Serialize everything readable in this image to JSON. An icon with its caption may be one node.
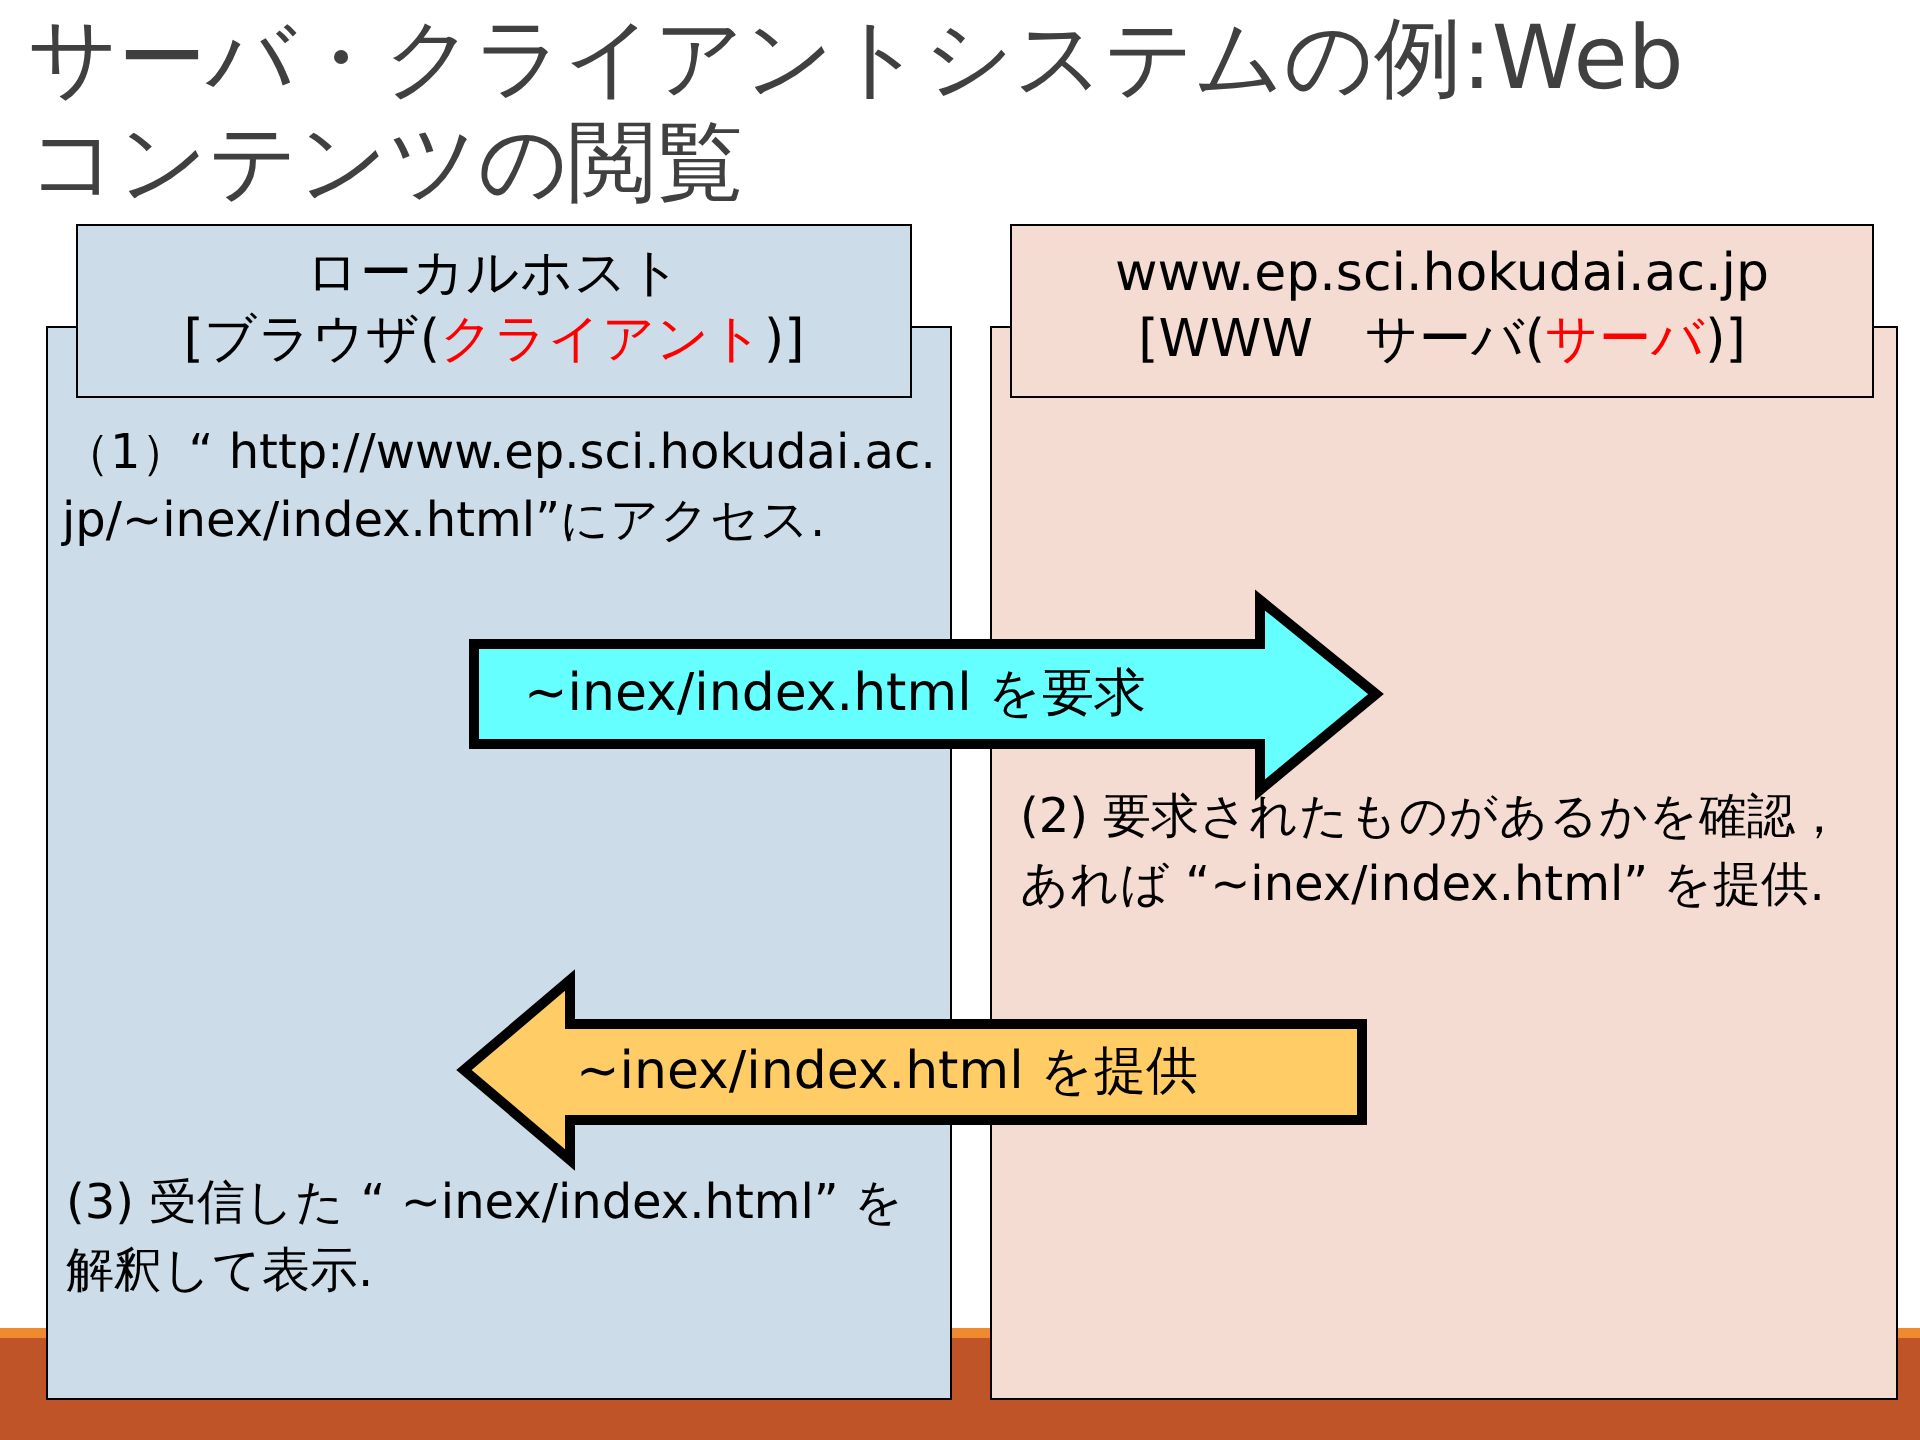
{
  "diagram": {
    "title": "サーバ・クライアントシステムの例:Web コンテンツの閲覧",
    "nodes": [
      {
        "text": [
          "（1）“ http://www.ep.sci.hokudai.ac.jp/~inex/index.html”にアクセス.",
          "(3) 受信した “ ~inex/index.html” を解釈して表示."
        ]
      },
      {
        "text": [
          "ローカルホスト",
          "[ブラウザ(**クライアント**)]"
        ]
      },
      {
        "text": [
          "(2) 要求されたものがあるかを確認，あれば “~inex/index.html” を提供."
        ]
      },
      {
        "text": [
          "www.ep.sci.hokudai.ac.jp",
          "[WWW　サーバ(**サーバ**)]"
        ]
      }
    ],
    "edges": [
      {
        "from": 0,
        "to": 2,
        "arrow": "to",
        "label": "~inex/index.html を要求",
        "color": "#66ffff"
      },
      {
        "from": 2,
        "to": 0,
        "arrow": "to",
        "label": "~inex/index.html を提供",
        "color": "#ffcc66"
      }
    ]
  }
}
